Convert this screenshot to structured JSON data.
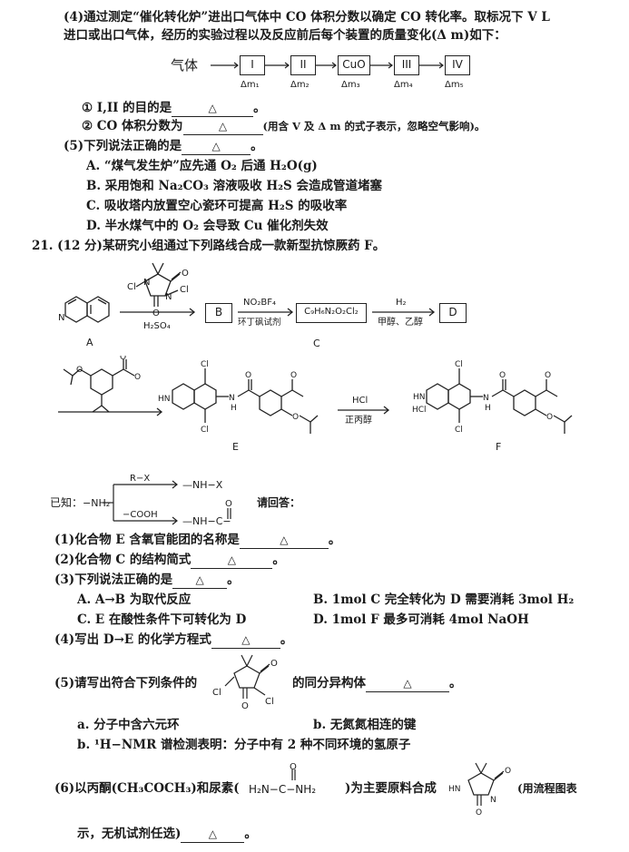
{
  "part4": {
    "intro_line1": "(4)通过测定“催化转化炉”进出口气体中 CO 体积分数以确定 CO 转化率。取标况下 V L",
    "intro_line2": "进口或出口气体，经历的实验过程以及反应前后每个装置的质量变化(Δ m)如下：",
    "flow": {
      "start": "气体",
      "boxes": [
        "I",
        "II",
        "CuO",
        "III",
        "IV"
      ],
      "deltas": [
        "Δm₁",
        "Δm₂",
        "Δm₃",
        "Δm₄",
        "Δm₅"
      ]
    },
    "q1": "① I,II 的目的是",
    "q2": "② CO 体积分数为",
    "q2_note": "(用含 V 及 Δ m 的式子表示，忽略空气影响)。"
  },
  "part5": {
    "question": "(5)下列说法正确的是",
    "options": [
      "A. “煤气发生炉”应先通 O₂ 后通 H₂O(g)",
      "B. 采用饱和 Na₂CO₃ 溶液吸收 H₂S 会造成管道堵塞",
      "C. 吸收塔内放置空心瓷环可提高 H₂S 的吸收率",
      "D. 半水煤气中的 O₂ 会导致 Cu 催化剂失效"
    ]
  },
  "q21": {
    "title": "21. (12 分)某研究小组通过下列路线合成一款新型抗惊厥药 F。",
    "scheme": {
      "reagent1_bottom": "H₂SO₄",
      "box_B": "B",
      "reagent2_top": "NO₂BF₄",
      "reagent2_bottom": "环丁砜试剂",
      "box_C": "C₉H₆N₂O₂Cl₂",
      "reagent3_top": "H₂",
      "reagent3_bottom": "甲醇、乙醇",
      "box_D": "D",
      "label_A": "A",
      "label_E": "E",
      "label_F": "F",
      "reagent4_top": "HCl",
      "reagent4_bottom": "正丙醇",
      "atoms": {
        "N": "N",
        "Cl": "Cl",
        "O": "O",
        "HN": "HN",
        "H": "H",
        "HCl": "HCl"
      }
    },
    "known_label": "已知：",
    "known_top_reagent": "R−X",
    "known_top_product": "—NH−X",
    "known_bottom_reagent": "−COOH",
    "known_bottom_product": "—NH−C−",
    "known_start": "−NH₂",
    "known_O": "O",
    "please_answer": "请回答：",
    "sub1": "(1)化合物 E 含氧官能团的名称是",
    "sub2": "(2)化合物 C 的结构简式",
    "sub3": "(3)下列说法正确的是",
    "sub3_options": [
      "A. A→B 为取代反应",
      "B. 1mol C 完全转化为 D 需要消耗 3mol H₂",
      "C. E 在酸性条件下可转化为 D",
      "D. 1mol F 最多可消耗 4mol NaOH"
    ],
    "sub4": "(4)写出 D→E 的化学方程式",
    "sub5_pre": "(5)请写出符合下列条件的",
    "sub5_post": "的同分异构体",
    "sub5_conditions": [
      "a. 分子中含六元环",
      "b. 无氮氮相连的键",
      "b. ¹H−NMR 谱检测表明：分子中有 2 种不同环境的氢原子"
    ],
    "sub6_pre": "(6)以丙酮(CH₃COCH₃)和尿素(",
    "sub6_urea": "H₂N−C−NH₂",
    "sub6_mid": ")为主要原料合成",
    "sub6_post": "(用流程图表",
    "sub6_line2": "示，无机试剂任选)"
  },
  "marker": "△",
  "period": "。"
}
